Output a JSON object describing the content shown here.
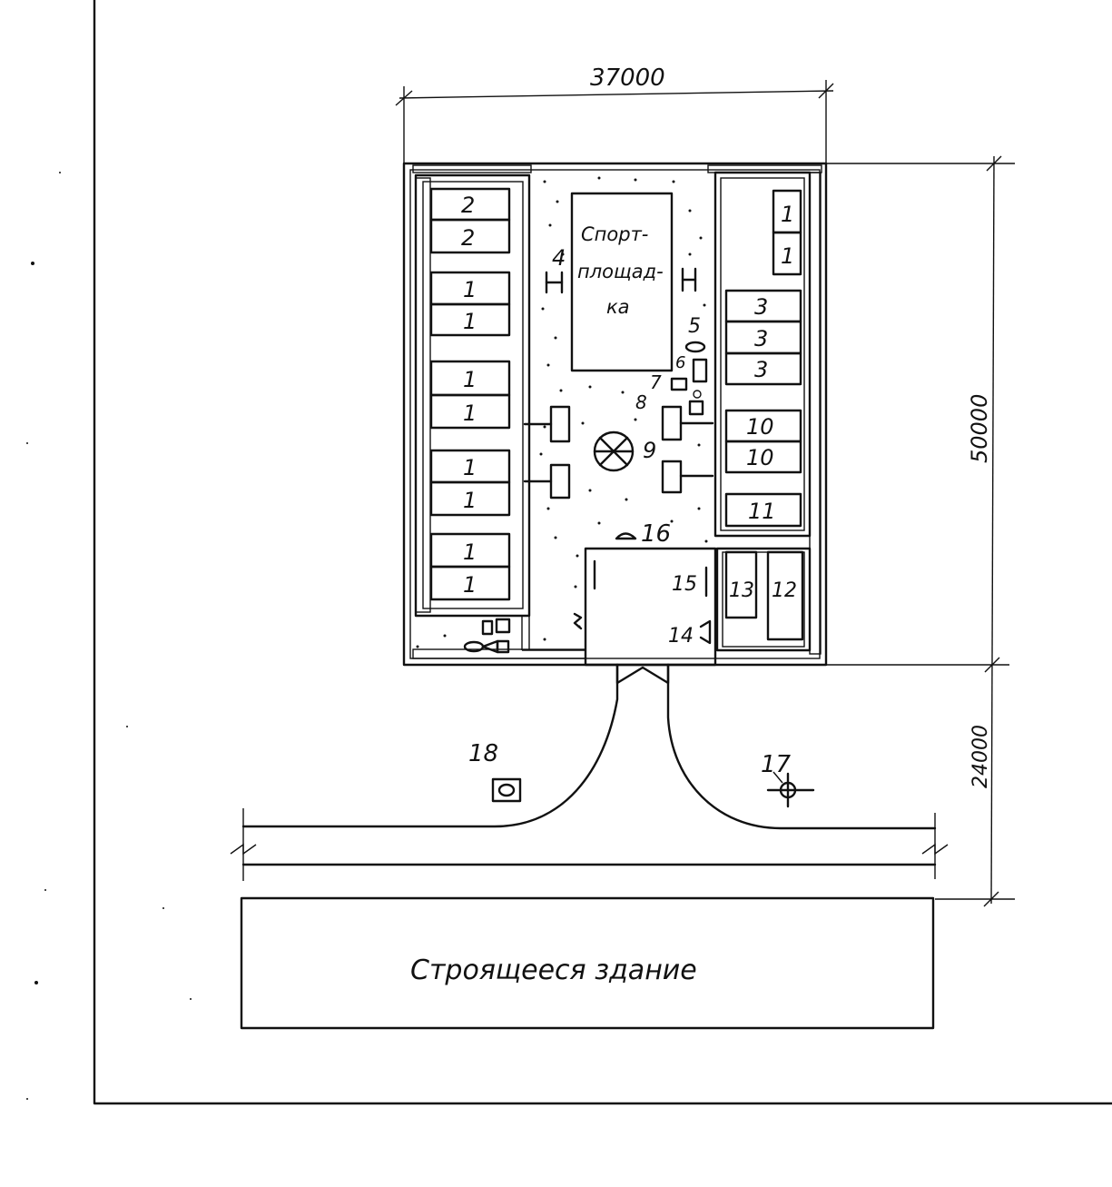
{
  "dimensions": {
    "top_width": "37000",
    "right_height": "50000",
    "right_lower": "24000"
  },
  "court": {
    "line1": "Спорт-",
    "line2": "площад-",
    "line3": "ка"
  },
  "building_label": "Строящееся здание",
  "left_blocks": [
    "2",
    "2",
    "1",
    "1",
    "1",
    "1",
    "1",
    "1",
    "1",
    "1"
  ],
  "right_blocks": [
    "1",
    "1",
    "3",
    "3",
    "3",
    "10",
    "10",
    "11"
  ],
  "markers": {
    "m4": "4",
    "m5": "5",
    "m6": "6",
    "m7": "7",
    "m8": "8",
    "m9": "9",
    "m12": "12",
    "m13": "13",
    "m14": "14",
    "m15": "15",
    "m16": "16",
    "m17": "17",
    "m18": "18"
  }
}
